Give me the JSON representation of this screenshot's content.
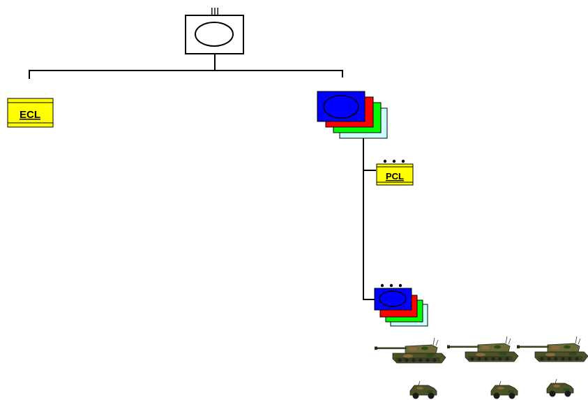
{
  "units": {
    "regiment_hq": {
      "echelon_marks": "III"
    },
    "ecl": {
      "label": "ECL"
    },
    "squadron": {
      "echelon_marks": "",
      "card_colors": [
        "#0000ff",
        "#ff0000",
        "#00ff00",
        "#ccffff"
      ]
    },
    "pcl": {
      "label": "PCL",
      "echelon_marks": "•••"
    },
    "platoon": {
      "echelon_marks": "•••",
      "card_colors": [
        "#0000ff",
        "#ff0000",
        "#00ff00",
        "#ccffff"
      ]
    }
  },
  "vehicles": {
    "tanks": [
      "tank-icon",
      "tank-icon",
      "tank-icon"
    ],
    "light_vehicles": [
      "armored-car-icon",
      "armored-car-icon",
      "armored-car-icon"
    ]
  },
  "colors": {
    "unit_yellow": "#ffff00",
    "line": "#000000",
    "camo": [
      "#5a6a2e",
      "#3b3f1f",
      "#8a6a3a",
      "#2f4a1f"
    ]
  }
}
